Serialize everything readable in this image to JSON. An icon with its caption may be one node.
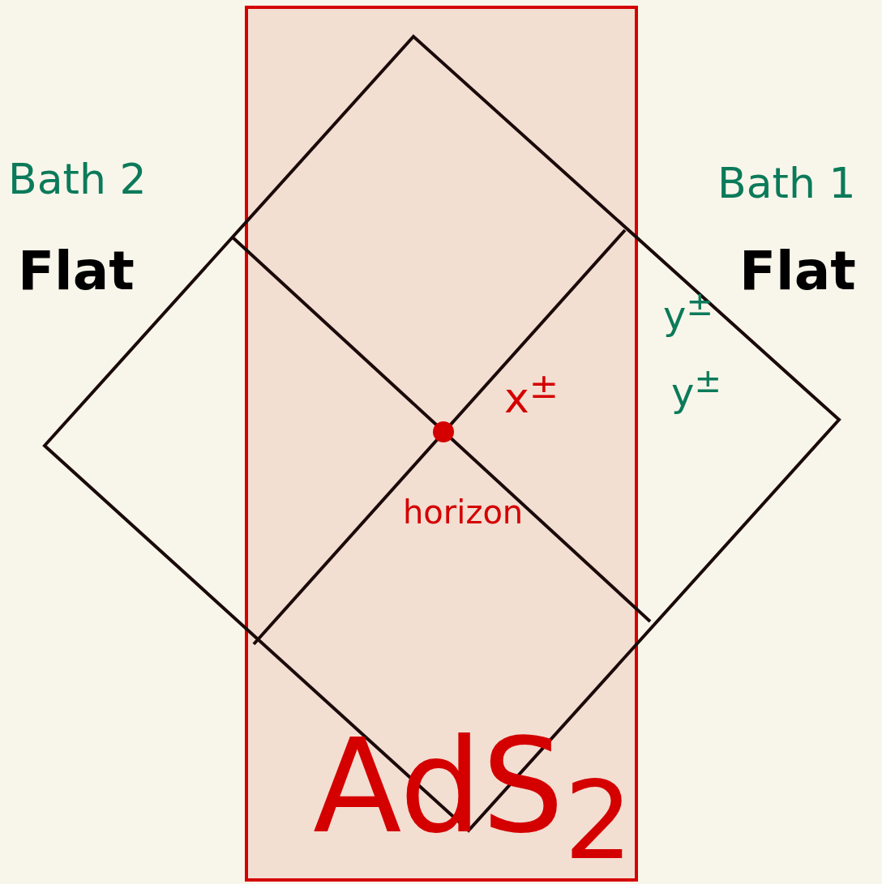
{
  "diagram": {
    "nodes": [
      {
        "text": [
          "AdS$_{2}$"
        ]
      }
    ],
    "edges": [],
    "labels": [
      "Bath 2",
      "Bath 1",
      "Flat",
      "Flat",
      "y$^{±}$",
      "x$^{±}$",
      "y$^{±}$",
      "horizon"
    ]
  }
}
